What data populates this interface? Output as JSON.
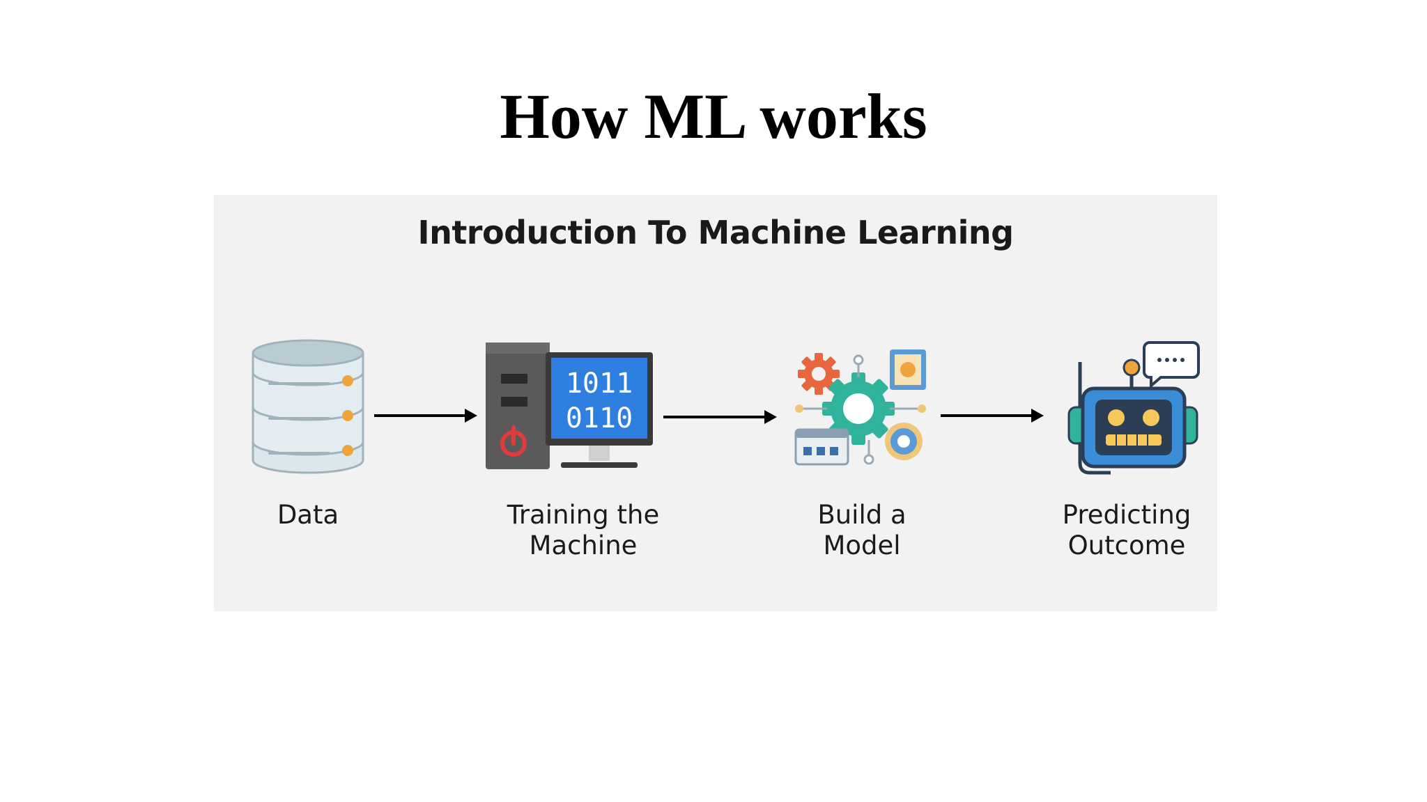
{
  "slide": {
    "title": "How ML works"
  },
  "panel": {
    "title": "Introduction To Machine Learning",
    "steps": [
      {
        "label": "Data",
        "icon": "database-icon"
      },
      {
        "label": "Training the\nMachine",
        "icon": "computer-icon",
        "screen_lines": [
          "1011",
          "0110"
        ]
      },
      {
        "label": "Build a\nModel",
        "icon": "gear-model-icon"
      },
      {
        "label": "Predicting\nOutcome",
        "icon": "robot-icon"
      }
    ]
  },
  "colors": {
    "panel_bg": "#f2f2f2",
    "accent_orange": "#f0a23b",
    "screen_blue": "#2f7fe0",
    "teal": "#2fb39a",
    "arrow": "#000000"
  }
}
